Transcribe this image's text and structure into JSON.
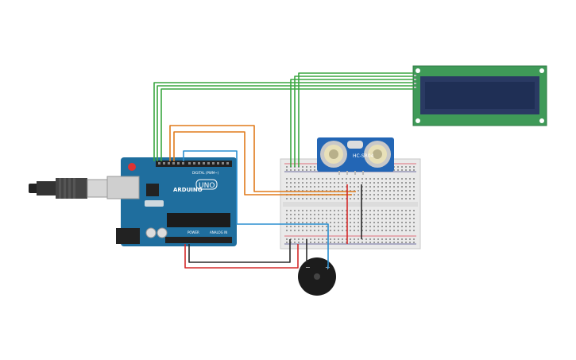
{
  "board": {
    "brand": "ARDUINO",
    "model": "UNO",
    "digital_label": "DIGITAL (PWM~)",
    "power_label": "POWER",
    "analog_label": "ANALOG IN"
  },
  "sensor": {
    "label": "HC-SR04"
  },
  "buzzer": {
    "minus": "−",
    "plus": "+"
  },
  "colors": {
    "board": "#1f6e9e",
    "breadboard": "#e9e9e9",
    "lcd_frame": "#3f9a58",
    "lcd_screen": "#1f2f55",
    "wire_green": "#3aa640",
    "wire_orange": "#e07a1a",
    "wire_blue": "#2b8fd0",
    "wire_red": "#d42a2a",
    "wire_black": "#2a2a2a",
    "sensor": "#2366b5"
  }
}
